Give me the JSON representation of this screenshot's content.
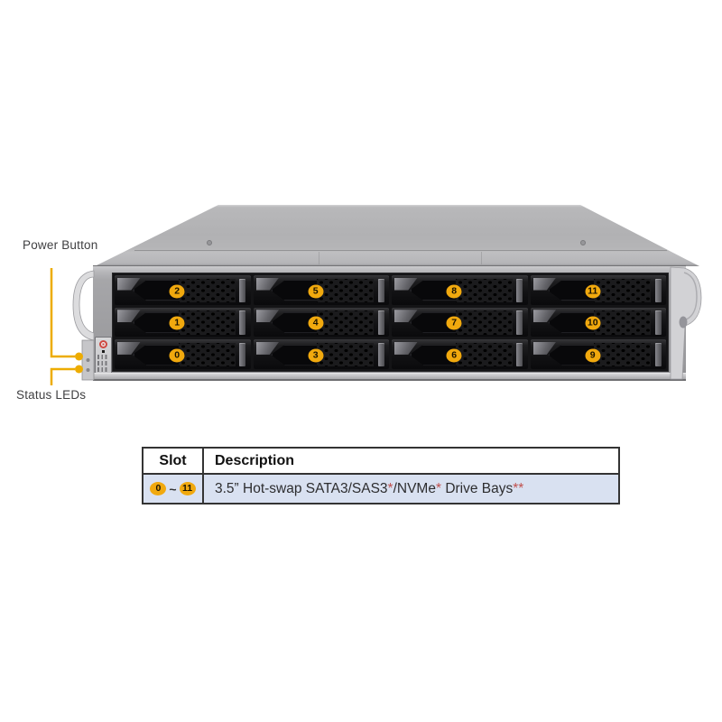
{
  "callouts": {
    "power_button": "Power Button",
    "status_leds": "Status LEDs"
  },
  "chassis": {
    "slot_rows": [
      [
        "2",
        "5",
        "8",
        "11"
      ],
      [
        "1",
        "4",
        "7",
        "10"
      ],
      [
        "0",
        "3",
        "6",
        "9"
      ]
    ]
  },
  "table": {
    "header": {
      "slot": "Slot",
      "description": "Description"
    },
    "row": {
      "slot_start": "0",
      "slot_sep": "~",
      "slot_end": "11",
      "desc_part1": "3.5” Hot-swap SATA3/SAS3",
      "desc_star1": "*",
      "desc_part2": "/NVMe",
      "desc_star2": "*",
      "desc_part3": " Drive Bays",
      "desc_star3": "**"
    }
  },
  "colors": {
    "accent_yellow": "#EDAC00",
    "badge_yellow": "#F1A90E",
    "table_row_bg": "#D9E1F1",
    "asterisk_red": "#C0504D"
  }
}
